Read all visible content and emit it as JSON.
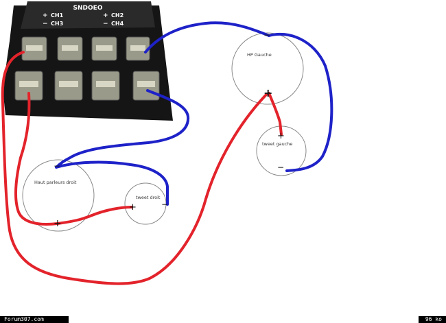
{
  "terminal_block": {
    "header": "SNDOEO",
    "ch1": "CH1",
    "ch2": "CH2",
    "ch3": "CH3",
    "ch4": "CH4",
    "plus_sign": "+",
    "minus_sign": "−"
  },
  "speakers": {
    "hp_gauche": {
      "label": "HP Gauche",
      "plus": "+",
      "minus": "−"
    },
    "sub_gauche": {
      "label": "tweet gauche",
      "plus": "+",
      "minus": "−"
    },
    "hp_droit": {
      "label": "Haut parleurs droit",
      "plus": "+",
      "minus": "−"
    },
    "tweet_droit": {
      "label": "tweet droit",
      "plus": "+",
      "minus": "−"
    }
  },
  "wire_colors": {
    "positive": "#e3232b",
    "negative": "#1e22c8"
  },
  "footer": {
    "site": "Forum307.com",
    "size": "96 ko"
  }
}
